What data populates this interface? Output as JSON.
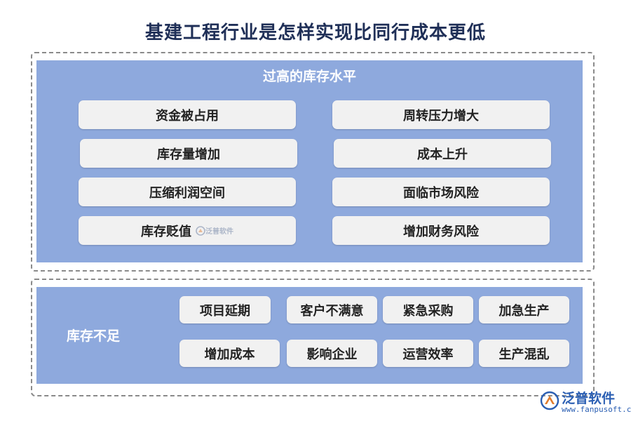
{
  "title": "基建工程行业是怎样实现比同行成本更低",
  "top_section": {
    "heading": "过高的库存水平",
    "left_items": [
      "资金被占用",
      "库存量增加",
      "压缩利润空间",
      "库存贬值"
    ],
    "right_items": [
      "周转压力增大",
      "成本上升",
      "面临市场风险",
      "增加财务风险"
    ]
  },
  "bottom_section": {
    "heading": "库存不足",
    "row1": [
      "项目延期",
      "客户不满意",
      "紧急采购",
      "加急生产"
    ],
    "row2": [
      "增加成本",
      "影响企业",
      "运营效率",
      "生产混乱"
    ]
  },
  "watermark": {
    "inline_text": "泛普软件",
    "logo_name": "泛普软件",
    "logo_url": "www.fanpusoft.com"
  },
  "colors": {
    "panel": "#8ea9dd",
    "box": "#f1f1f1",
    "title": "#1f2f57",
    "brand": "#2b5fb3"
  }
}
